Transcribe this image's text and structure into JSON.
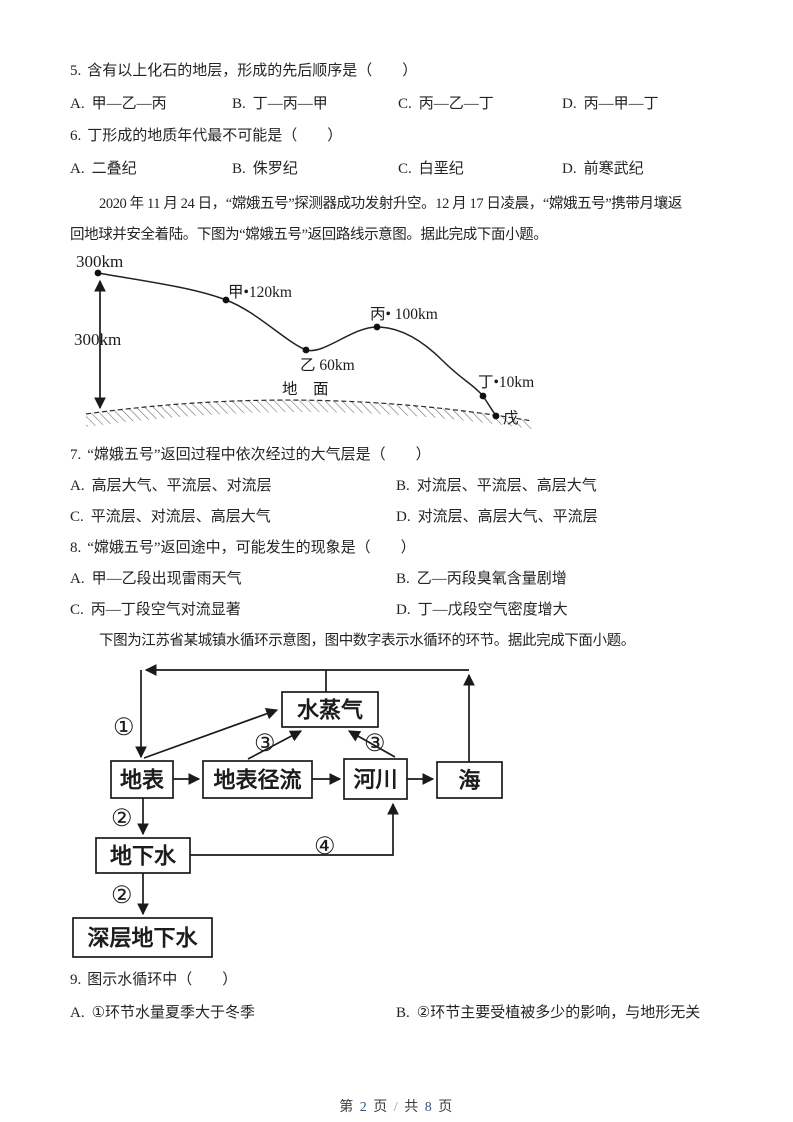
{
  "questions": [
    {
      "number": "5.",
      "stem": "含有以上化石的地层，形成的先后顺序是（　　）",
      "options": [
        {
          "label": "A.",
          "text": "甲—乙—丙"
        },
        {
          "label": "B.",
          "text": "丁—丙—甲"
        },
        {
          "label": "C.",
          "text": "丙—乙—丁"
        },
        {
          "label": "D.",
          "text": "丙—甲—丁"
        }
      ]
    },
    {
      "number": "6.",
      "stem": "丁形成的地质年代最不可能是（　　）",
      "options": [
        {
          "label": "A.",
          "text": "二叠纪"
        },
        {
          "label": "B.",
          "text": "侏罗纪"
        },
        {
          "label": "C.",
          "text": "白垩纪"
        },
        {
          "label": "D.",
          "text": "前寒武纪"
        }
      ]
    },
    {
      "number": "7.",
      "stem": "“嫦娥五号”返回过程中依次经过的大气层是（　　）",
      "options": [
        {
          "label": "A.",
          "text": "高层大气、平流层、对流层"
        },
        {
          "label": "B.",
          "text": "对流层、平流层、高层大气"
        },
        {
          "label": "C.",
          "text": "平流层、对流层、高层大气"
        },
        {
          "label": "D.",
          "text": "对流层、高层大气、平流层"
        }
      ]
    },
    {
      "number": "8.",
      "stem": "“嫦娥五号”返回途中，可能发生的现象是（　　）",
      "options": [
        {
          "label": "A.",
          "text": "甲—乙段出现雷雨天气"
        },
        {
          "label": "B.",
          "text": "乙—丙段臭氧含量剧增"
        },
        {
          "label": "C.",
          "text": "丙—丁段空气对流显著"
        },
        {
          "label": "D.",
          "text": "丁—戊段空气密度增大"
        }
      ]
    },
    {
      "number": "9.",
      "stem": "图示水循环中（　　）",
      "options": [
        {
          "label": "A.",
          "text": "①环节水量夏季大于冬季"
        },
        {
          "label": "B.",
          "text": "②环节主要受植被多少的影响，与地形无关"
        }
      ]
    }
  ],
  "passages": {
    "change5_line1": "2020 年 11 月 24 日，“嫦娥五号”探测器成功发射升空。12 月 17 日凌晨，“嫦娥五号”携带月壤返",
    "change5_line2": "回地球并安全着陆。下图为“嫦娥五号”返回路线示意图。据此完成下面小题。",
    "water_cycle": "下图为江苏省某城镇水循环示意图，图中数字表示水循环的环节。据此完成下面小题。"
  },
  "return_path_diagram": {
    "start_altitude": "300km",
    "axis_label": "300km",
    "point_jia": "甲•120km",
    "point_yi": "乙 60km",
    "point_bing": "丙• 100km",
    "point_ding": "丁•10km",
    "point_wu": "戊",
    "ground_label": "地　面"
  },
  "water_cycle_diagram": {
    "boxes": {
      "vapor": "水蒸气",
      "surface": "地表",
      "runoff": "地表径流",
      "river": "河川",
      "sea": "海",
      "groundwater": "地下水",
      "deep_groundwater": "深层地下水"
    },
    "steps": {
      "s1": "①",
      "s2a": "②",
      "s2b": "②",
      "s3a": "③",
      "s3b": "③",
      "s4": "④"
    }
  },
  "footer": {
    "page_prefix": "第",
    "page_number": "2",
    "page_suffix": "页",
    "separator": "/",
    "total_prefix": "共",
    "total_number": "8",
    "total_suffix": "页"
  },
  "colors": {
    "text": "#242424",
    "footer_number_blue": "#315680",
    "diagram_line": "#1a1a1a"
  }
}
